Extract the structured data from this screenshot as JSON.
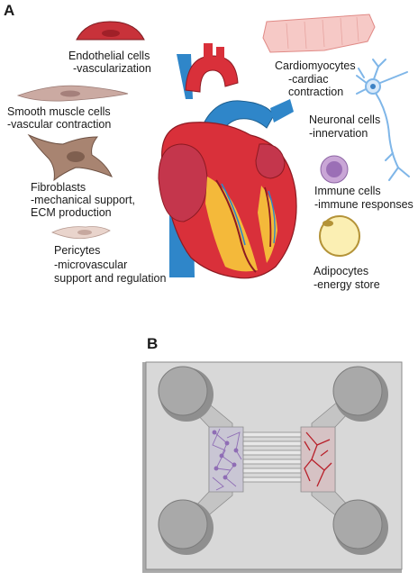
{
  "panel_a": {
    "letter": "A",
    "cells": [
      {
        "id": "endothelial",
        "name": "Endothelial cells",
        "desc": [
          "-vascularization"
        ]
      },
      {
        "id": "smooth-muscle",
        "name": "Smooth muscle cells",
        "desc": [
          "-vascular contraction"
        ]
      },
      {
        "id": "fibroblasts",
        "name": "Fibroblasts",
        "desc": [
          "-mechanical support,",
          "ECM production"
        ]
      },
      {
        "id": "pericytes",
        "name": "Pericytes",
        "desc": [
          "-microvascular",
          "support and regulation"
        ]
      },
      {
        "id": "cardiomyocytes",
        "name": "Cardiomyocytes",
        "desc": [
          "-cardiac",
          "contraction"
        ]
      },
      {
        "id": "neuronal",
        "name": "Neuronal cells",
        "desc": [
          "-innervation"
        ]
      },
      {
        "id": "immune",
        "name": "Immune cells",
        "desc": [
          "-immune responses"
        ]
      },
      {
        "id": "adipocytes",
        "name": "Adipocytes",
        "desc": [
          "-energy store"
        ]
      }
    ]
  },
  "panel_b": {
    "letter": "B"
  },
  "colors": {
    "heart_red": "#d9303a",
    "vessel_blue": "#2f86c9",
    "fat_yellow": "#f4b93a",
    "chip_gray": "#d6d6d6",
    "well_gray": "#a9a9a9",
    "left_cells": "#8f6db5",
    "right_cells": "#b8202a"
  }
}
